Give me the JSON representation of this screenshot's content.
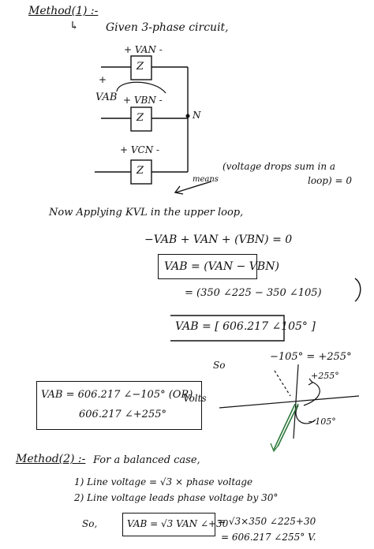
{
  "method1": {
    "heading": "Method(1) :-",
    "arrow": "↳",
    "given": "Given 3-phase circuit,"
  },
  "circuit": {
    "van": "+ VAN -",
    "vbn": "+ VBN -",
    "vcn": "+ VCN -",
    "vab": "VAB",
    "plus": "+",
    "z": "Z",
    "node": "N"
  },
  "annotation": {
    "means": "means",
    "text1": "(voltage drops sum in a",
    "text2": "loop) = 0"
  },
  "steps": {
    "applying": "Now Applying  KVL in the upper loop,",
    "eq1": "−VAB + VAN + (VBN) = 0",
    "eq2": "VAB = (VAN − VBN)",
    "eq3": "= (350 ∠225 − 350 ∠105)",
    "eq4": "VAB = [ 606.217 ∠105° ]",
    "so": "So",
    "angle_eq": "−105° = +255°",
    "res1": "VAB = 606.217 ∠−105° (OR)",
    "res2": "606.217 ∠+255°",
    "volts": "Volts"
  },
  "phasor": {
    "plus255": "+255°",
    "minus105": "−105°"
  },
  "method2": {
    "heading": "Method(2) :-",
    "intro": "For a balanced case,",
    "item1": "1) Line voltage = √3 × phase voltage",
    "item2": "2) Line voltage leads phase voltage by 30°",
    "so": "So,",
    "formula": "VAB = √3 VAN ∠+30",
    "calc1": "= √3×350 ∠225+30",
    "calc2": "= 606.217 ∠255° V."
  }
}
